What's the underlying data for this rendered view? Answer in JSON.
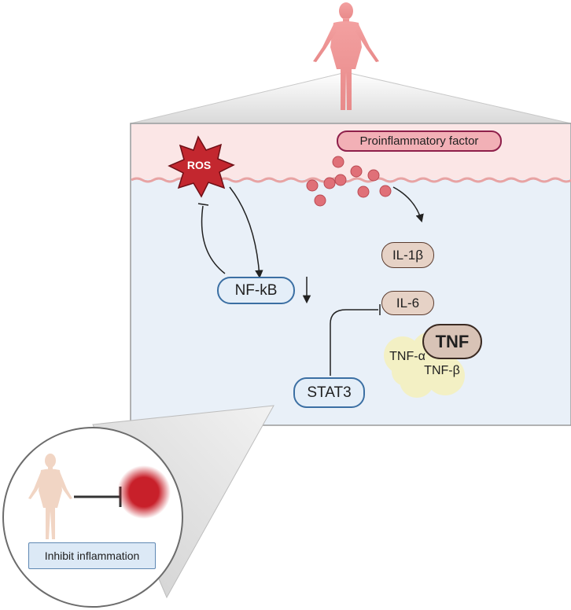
{
  "diagram": {
    "labels": {
      "proinflammatory_factor": "Proinflammatory factor",
      "ros": "ROS",
      "nfkb": "NF-kB",
      "stat3": "STAT3",
      "il1b": "IL-1β",
      "il6": "IL-6",
      "tnf": "TNF",
      "tnf_alpha": "TNF-α",
      "tnf_beta": "TNF-β",
      "inhibit": "Inhibit inflammation"
    },
    "colors": {
      "tissue_band": "#fbe6e6",
      "cell_interior": "#e9f0f8",
      "membrane": "#e8a3a3",
      "ros_fill": "#c3272f",
      "particle": "#e07078",
      "tnf_cloud": "#f3f0c4",
      "inflammation_spot": "#c8202a"
    }
  }
}
